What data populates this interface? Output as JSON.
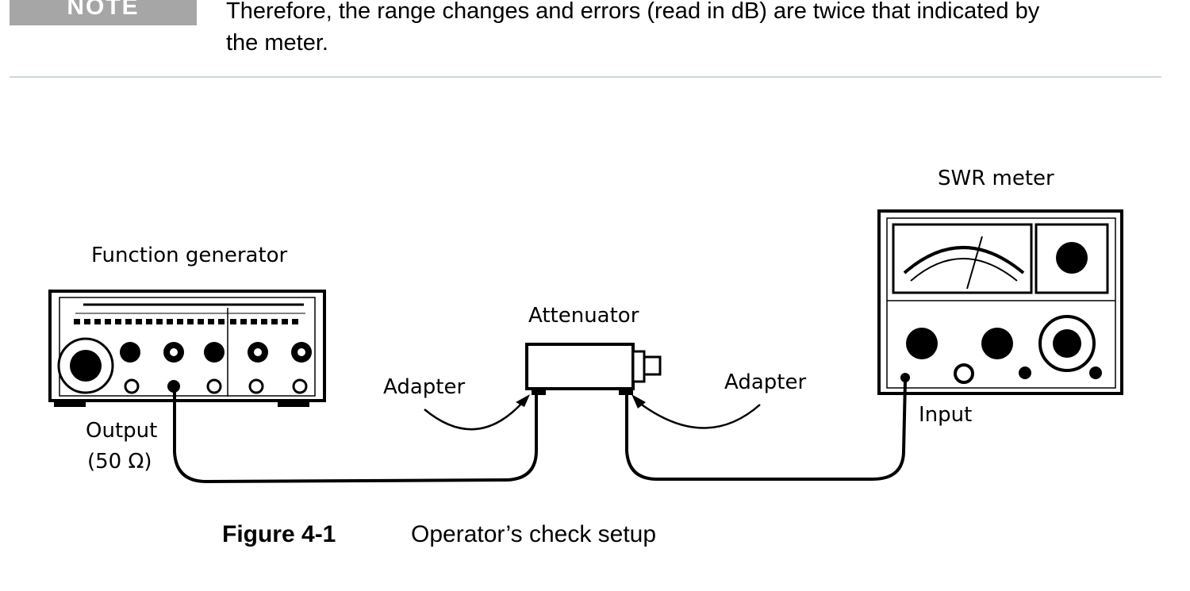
{
  "note": {
    "tag": "NOTE",
    "line1": "Therefore, the range changes and errors (read in dB) are twice that indicated by",
    "line2": "the meter."
  },
  "figure": {
    "labels": {
      "swr_meter": "SWR meter",
      "function_generator": "Function generator",
      "attenuator": "Attenuator",
      "adapter_left": "Adapter",
      "adapter_right": "Adapter",
      "output": "Output",
      "output_impedance": "(50 Ω)",
      "input": "Input"
    },
    "caption_number": "Figure 4-1",
    "caption_title": "Operator’s check setup"
  }
}
